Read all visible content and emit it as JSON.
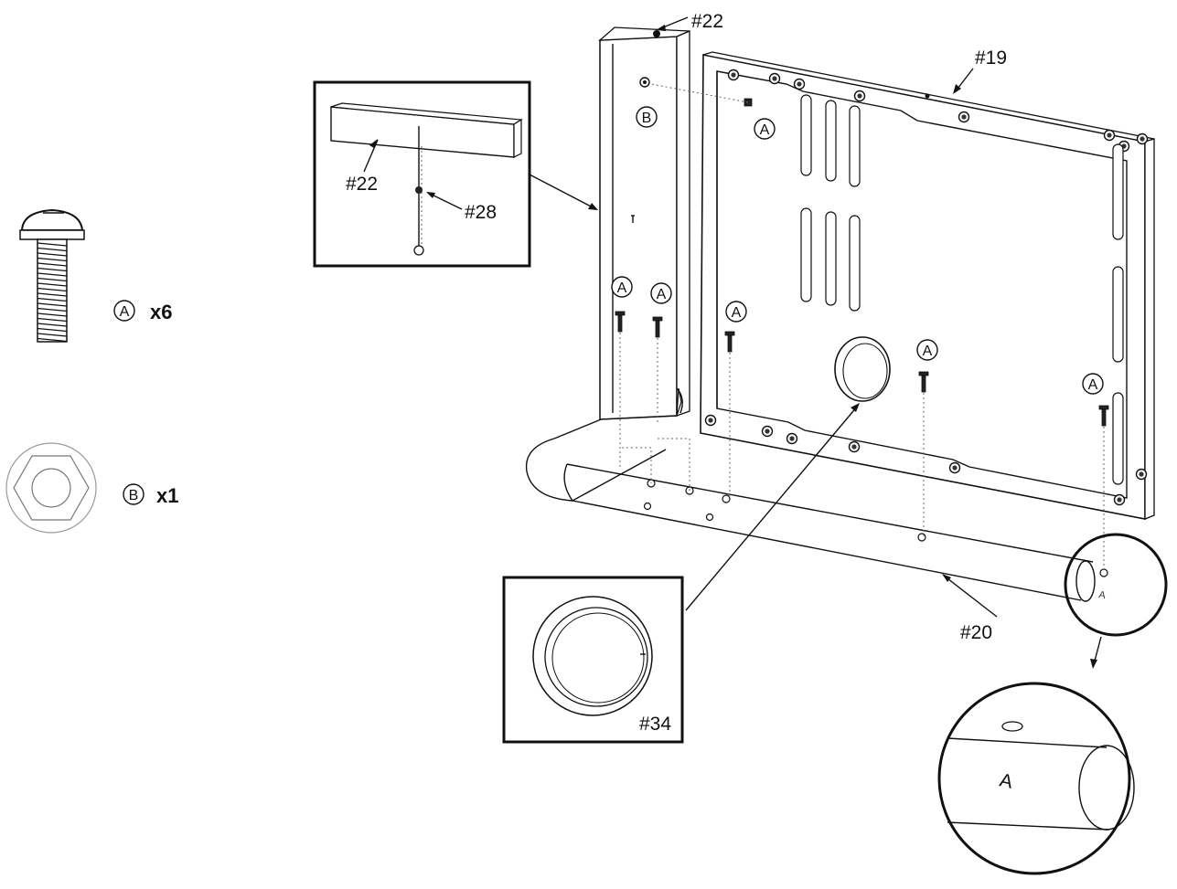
{
  "hardware": [
    {
      "letter": "A",
      "count": "x6",
      "icon": "screw-icon"
    },
    {
      "letter": "B",
      "count": "x1",
      "icon": "hex-nut-icon"
    }
  ],
  "parts": {
    "p22": "#22",
    "p19": "#19",
    "p28": "#28",
    "p20": "#20",
    "p34": "#34"
  },
  "callouts": {
    "A": "A",
    "B": "B"
  },
  "stamp": "A"
}
